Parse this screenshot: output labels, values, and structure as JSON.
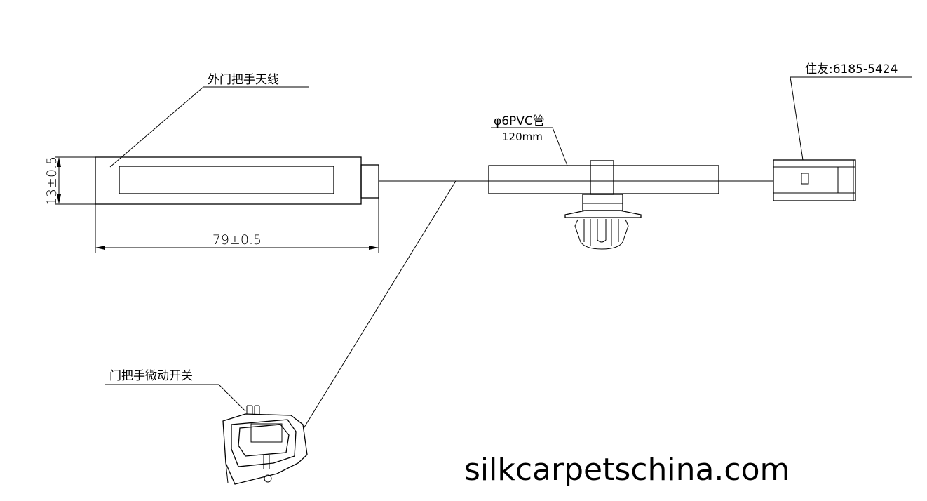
{
  "labels": {
    "antenna": "外门把手天线",
    "pvc_tube": "φ6PVC管",
    "pvc_length": "120mm",
    "connector": "住友:6185-5424",
    "micro_switch": "门把手微动开关"
  },
  "dimensions": {
    "height": "13±0.5",
    "length": "79±0.5"
  },
  "watermark": "silkcarpetschina.com"
}
